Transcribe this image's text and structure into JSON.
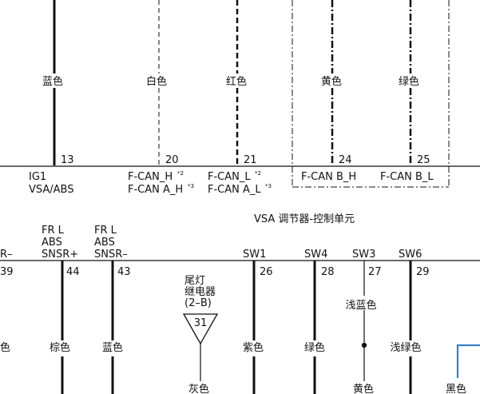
{
  "upper_wires": [
    {
      "id": "blue-13",
      "color_label": "蓝色",
      "pin": "13",
      "style": "solid"
    },
    {
      "id": "white-20",
      "color_label": "白色",
      "pin": "20",
      "style": "dashed"
    },
    {
      "id": "red-21",
      "color_label": "红色",
      "pin": "21",
      "style": "dashed"
    },
    {
      "id": "yellow-24",
      "color_label": "黄色",
      "pin": "24",
      "style": "dashdot"
    },
    {
      "id": "green-25",
      "color_label": "绿色",
      "pin": "25",
      "style": "dashdot"
    }
  ],
  "upper_signals": {
    "ig1": "IG1",
    "vsa_abs": "VSA/ABS",
    "fcan_h": "F-CAN_H",
    "fcan_h_note": "*2",
    "fcan_ah": "F-CAN A_H",
    "fcan_ah_note": "*3",
    "fcan_l": "F-CAN_L",
    "fcan_l_note": "*2",
    "fcan_al": "F-CAN A_L",
    "fcan_al_note": "*3",
    "fcan_bh": "F-CAN B_H",
    "fcan_bl": "F-CAN B_L"
  },
  "unit_title": "VSA 调节器-控制单元",
  "lower_signals": {
    "partial_sr": "R–",
    "frl_abs_plus": [
      "FR L",
      "ABS",
      "SNSR+"
    ],
    "frl_abs_minus": [
      "FR L",
      "ABS",
      "SNSR–"
    ],
    "sw1": "SW1",
    "sw4": "SW4",
    "sw3": "SW3",
    "sw6": "SW6"
  },
  "lower_pins": {
    "p39": "39",
    "p44": "44",
    "p43": "43",
    "p26": "26",
    "p28": "28",
    "p27": "27",
    "p29": "29"
  },
  "lower_wire_labels": {
    "partial_left": "色",
    "brown": "棕色",
    "blue": "蓝色",
    "purple": "紫色",
    "green": "绿色",
    "light_blue": "浅蓝色",
    "light_green": "浅绿色",
    "gray": "灰色",
    "yellow": "黄色",
    "black": "黑色"
  },
  "relay_connector": {
    "line1": "尾灯",
    "line2": "继电器",
    "line3": "(2–B)",
    "pin": "31"
  },
  "colors": {
    "ink": "#111111",
    "blue_wire": "#3b7fc4"
  }
}
